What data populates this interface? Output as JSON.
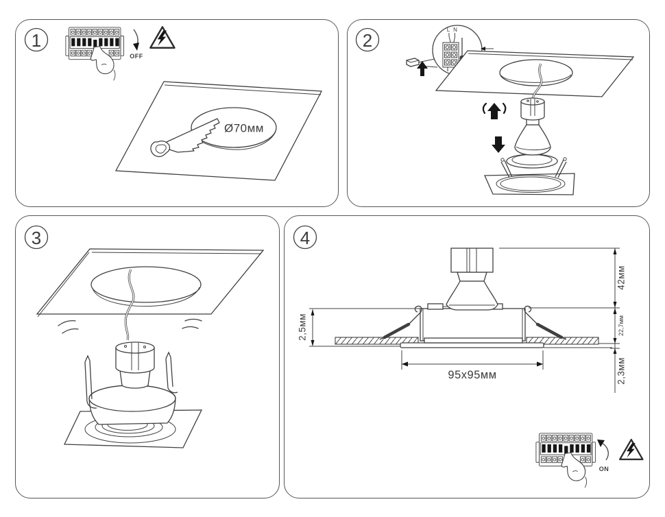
{
  "sheet": {
    "type": "installation-instructions",
    "colors": {
      "background": "#ffffff",
      "line": "#3f3f3f",
      "solid_black": "#161616",
      "panel_border": "#565656"
    }
  },
  "steps": [
    {
      "number": "1",
      "labels": {
        "breaker_switch": "OFF",
        "hole_diameter": "Ø70мм"
      },
      "icons": [
        "circuit-breaker",
        "pointing-hand",
        "electric-warning-triangle",
        "keyhole-saw",
        "ceiling-panel-cutout"
      ]
    },
    {
      "number": "2",
      "labels": {
        "terminal_live": "L",
        "terminal_neutral": "N"
      },
      "icons": [
        "terminal-block-callout",
        "screwdriver",
        "cable-connector",
        "up-arrow",
        "down-arrow",
        "ceiling-panel",
        "spotlight-fixture"
      ]
    },
    {
      "number": "3",
      "labels": {},
      "icons": [
        "ceiling-panel",
        "supply-cable",
        "spotlight-fixture",
        "spring-clips",
        "motion-marks"
      ]
    },
    {
      "number": "4",
      "labels": {
        "height_above_ceiling": "42мм",
        "recess_depth": "22,7мм",
        "trim_protrusion": "2,3мм",
        "mounting_clearance": "2,5мм",
        "cutout_size": "95x95мм",
        "breaker_switch": "ON"
      },
      "icons": [
        "dimension-drawing",
        "ceiling-cross-section",
        "circuit-breaker",
        "pointing-hand",
        "electric-warning-triangle"
      ]
    }
  ]
}
